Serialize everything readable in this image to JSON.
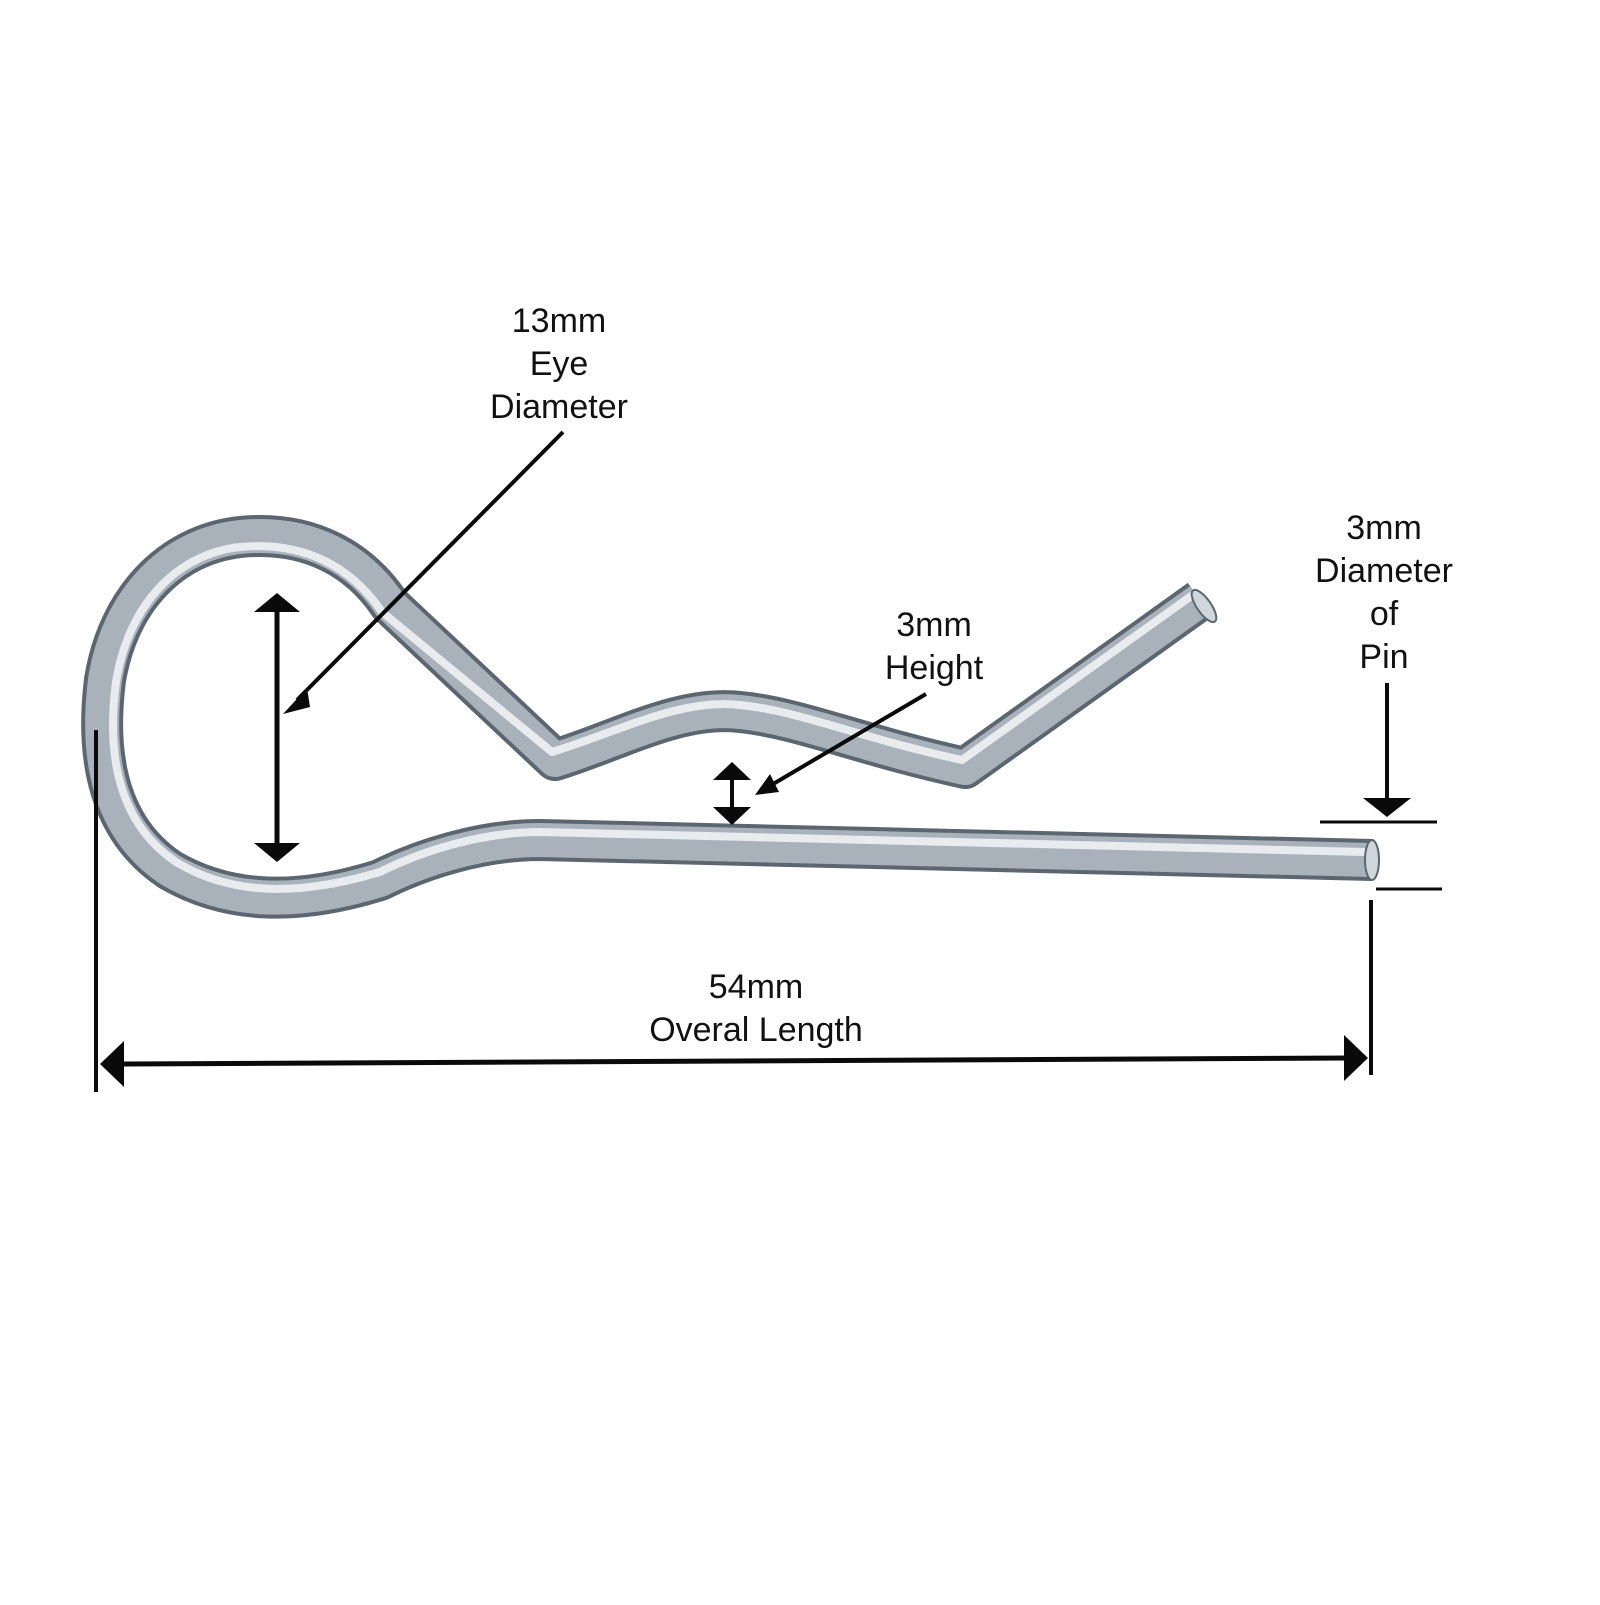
{
  "colors": {
    "background": "#ffffff",
    "ink": "#0a0a0a",
    "wire_dark": "#5c6670",
    "wire_mid": "#a9b2ba",
    "wire_light": "#eef2f5"
  },
  "icons": {
    "part": "r-clip-hitch-pin-icon",
    "arrow": "arrowhead-icon"
  },
  "labels": {
    "eye_diameter": [
      "13mm",
      "Eye",
      "Diameter"
    ],
    "height": [
      "3mm",
      "Height"
    ],
    "pin_diameter": [
      "3mm",
      "Diameter",
      "of",
      "Pin"
    ],
    "overall_length": [
      "54mm",
      "Overal Length"
    ]
  }
}
